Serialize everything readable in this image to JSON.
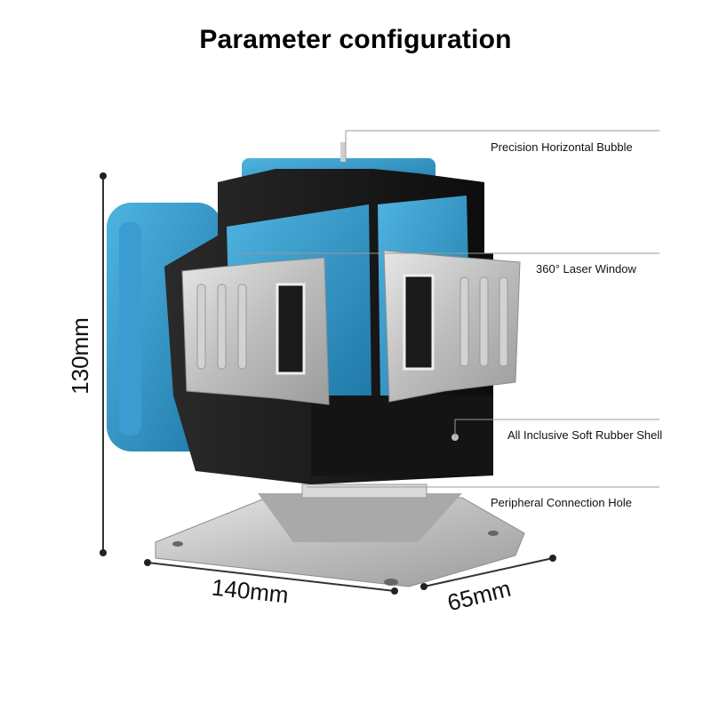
{
  "header": {
    "title": "Parameter configuration"
  },
  "callouts": [
    {
      "id": "bubble",
      "text": "Precision Horizontal Bubble"
    },
    {
      "id": "window",
      "text": "360° Laser Window"
    },
    {
      "id": "shell",
      "text": "All Inclusive Soft Rubber Shell"
    },
    {
      "id": "hole",
      "text": "Peripheral Connection Hole"
    }
  ],
  "dimensions": {
    "height": "130mm",
    "width": "140mm",
    "depth": "65mm"
  },
  "colors": {
    "body_blue": "#2a8bbf",
    "shell_black": "#151515",
    "aluminium": "#c9c9c9"
  }
}
